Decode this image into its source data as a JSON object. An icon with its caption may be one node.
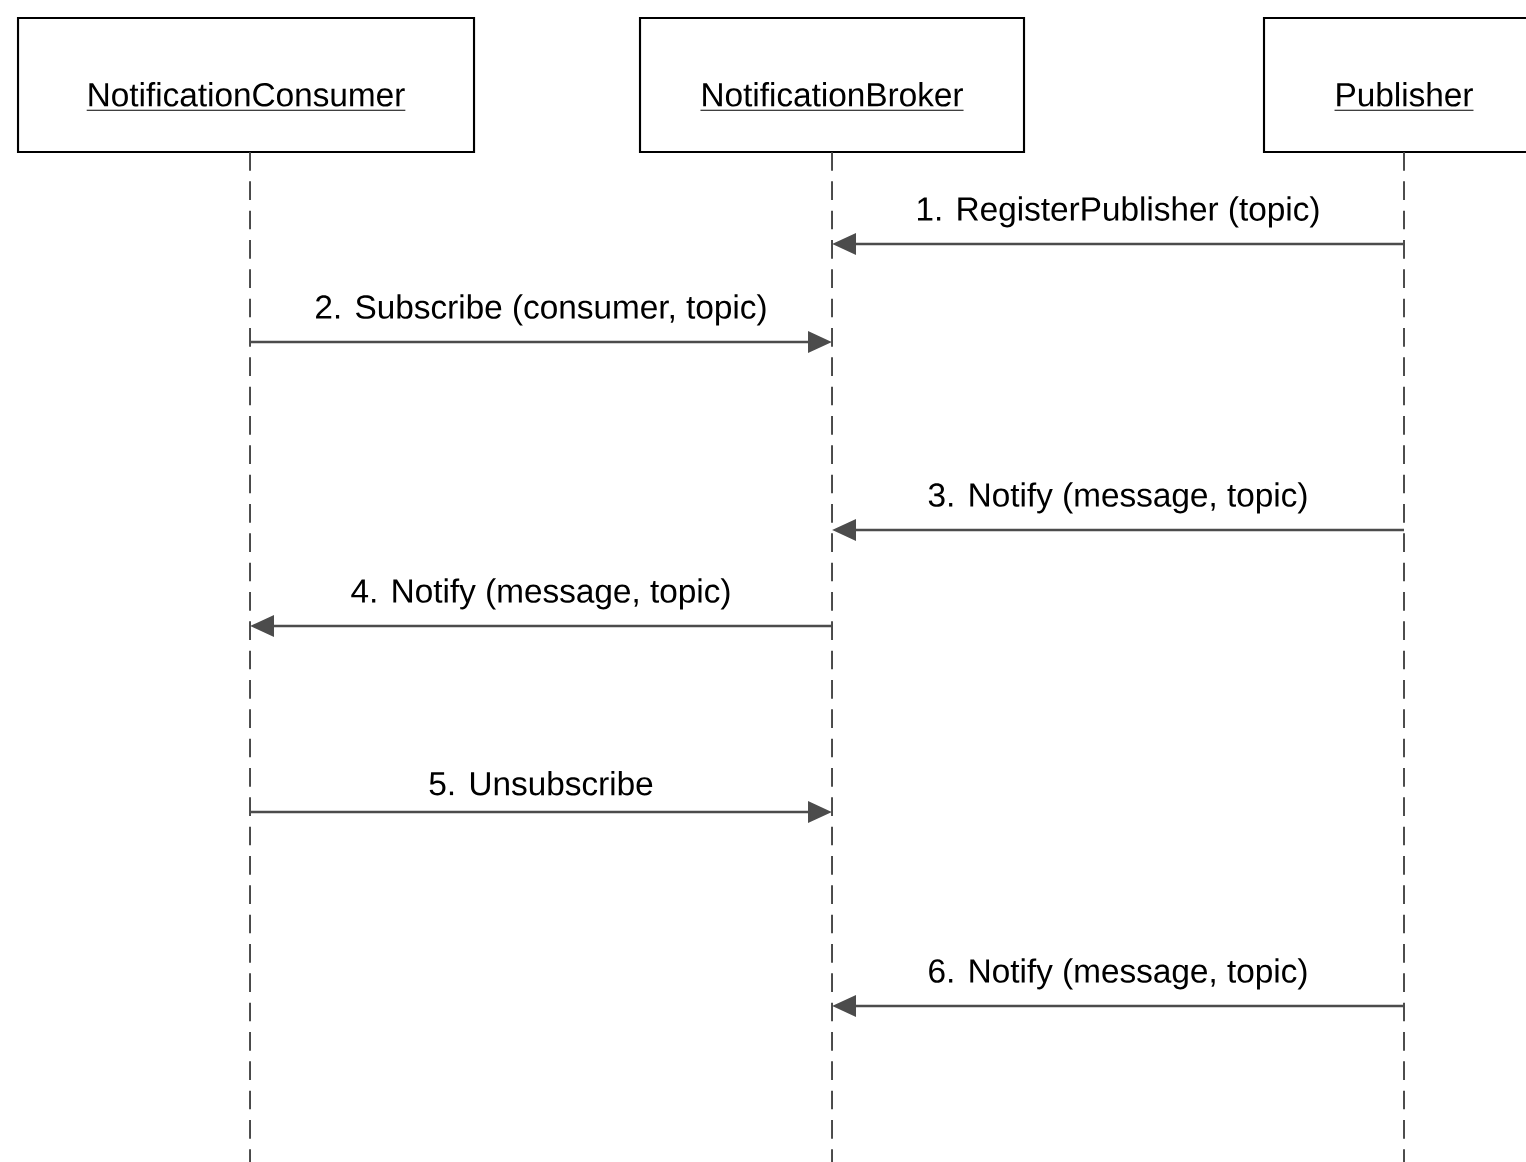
{
  "diagram": {
    "nodes": [
      {
        "text": [
          "NotificationConsumer"
        ]
      },
      {
        "text": [
          "NotificationBroker"
        ]
      },
      {
        "text": [
          "Publisher"
        ]
      },
      {
        "text": [],
        "shape": "line"
      },
      {
        "text": [],
        "shape": "line"
      },
      {
        "text": [],
        "shape": "line"
      }
    ],
    "edges": [
      {
        "from": 5,
        "to": 4,
        "arrow": "to",
        "label": "1. RegisterPublisher (topic)"
      },
      {
        "from": 3,
        "to": 4,
        "arrow": "to",
        "label": "2. Subscribe (consumer, topic)"
      },
      {
        "from": 5,
        "to": 4,
        "arrow": "to",
        "label": "3. Notify (message, topic)"
      },
      {
        "from": 4,
        "to": 3,
        "arrow": "to",
        "label": "4. Notify (message, topic)"
      },
      {
        "from": 3,
        "to": 4,
        "arrow": "to",
        "label": "5. Unsubscribe"
      },
      {
        "from": 5,
        "to": 4,
        "arrow": "to",
        "label": "6. Notify (message, topic)"
      }
    ]
  }
}
